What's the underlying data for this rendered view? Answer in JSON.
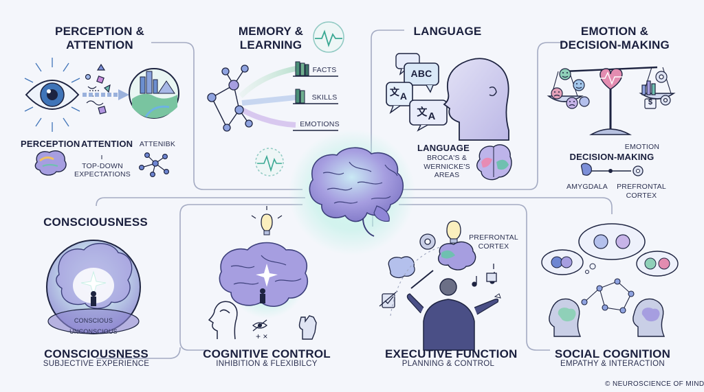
{
  "perception": {
    "title": "PERCEPTION &\nATTENTION",
    "label_perception": "PERCEPTION",
    "label_attention": "ATTENTION",
    "label_attenibk": "ATTENIBK",
    "label_topdown": "TOP-DOWN",
    "label_expectations": "EXPECTATIONS"
  },
  "memory": {
    "title": "MEMORY &\nLEARNING",
    "shelf_facts": "FACTS",
    "shelf_skills": "SKILLS",
    "shelf_emotions": "EMOTIONS"
  },
  "language": {
    "title": "LANGUAGE",
    "bubble_abc": "ABC",
    "bubble_wen": "文",
    "bubble_a1": "A",
    "bubble_wen2": "文",
    "bubble_a2": "A",
    "subtitle": "LANGUAGE",
    "areas": "BROCA'S &\nWERNICKE'S\nAREAS"
  },
  "emotion": {
    "title": "EMOTION &\nDECISION-MAKING",
    "label_emotion": "EMOTION",
    "label_decision": "DECISION-MAKING",
    "label_amygdala": "AMYGDALA",
    "label_prefrontal": "PREFRONTAL\nCORTEX",
    "dollar": "$"
  },
  "consciousness": {
    "title_top": "CONSCIOUSNESS",
    "label_conscious": "CONSCIOUS",
    "label_unconscious": "UNCONSCIOUS",
    "title": "CONSCIOUSNESS",
    "subtitle": "SUBJECTIVE EXPERIENCE"
  },
  "cognitive_control": {
    "title": "COGNITIVE CONTROL",
    "subtitle": "INHIBITION & FLEXIBILCY"
  },
  "executive": {
    "label_prefrontal": "PREFRONTAL\nCORTEX",
    "title": "EXECUTIVE FUNCTION",
    "subtitle": "PLANNING & CONTROL"
  },
  "social": {
    "title": "SOCIAL COGNITION",
    "subtitle": "EMPATHY & INTERACTION"
  },
  "footer": {
    "copyright": "© NEUROSCIENCE OF MIND"
  },
  "colors": {
    "ink": "#1d2340",
    "panel_line": "#a3aac2",
    "brain_purple": "#8f86d6",
    "brain_blue": "#7fa6e0",
    "glow": "#b8f0e4",
    "teal": "#4fb9a8",
    "eye_blue": "#3f74b8"
  }
}
